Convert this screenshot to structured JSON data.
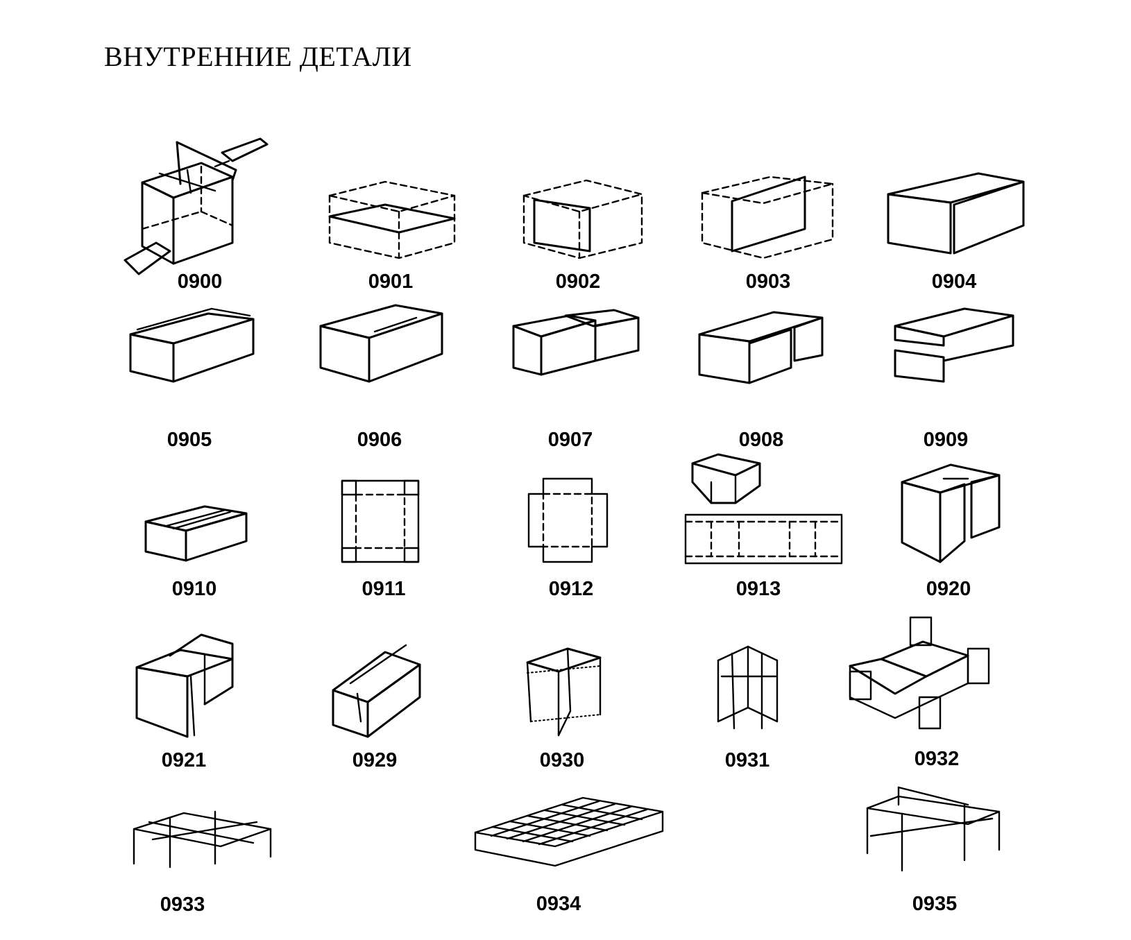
{
  "page": {
    "title": "ВНУТРЕННИЕ ДЕТАЛИ"
  },
  "parts": [
    {
      "code": "0900"
    },
    {
      "code": "0901"
    },
    {
      "code": "0902"
    },
    {
      "code": "0903"
    },
    {
      "code": "0904"
    },
    {
      "code": "0905"
    },
    {
      "code": "0906"
    },
    {
      "code": "0907"
    },
    {
      "code": "0908"
    },
    {
      "code": "0909"
    },
    {
      "code": "0910"
    },
    {
      "code": "0911"
    },
    {
      "code": "0912"
    },
    {
      "code": "0913"
    },
    {
      "code": "0920"
    },
    {
      "code": "0921"
    },
    {
      "code": "0929"
    },
    {
      "code": "0930"
    },
    {
      "code": "0931"
    },
    {
      "code": "0932"
    },
    {
      "code": "0933"
    },
    {
      "code": "0934"
    },
    {
      "code": "0935"
    }
  ]
}
